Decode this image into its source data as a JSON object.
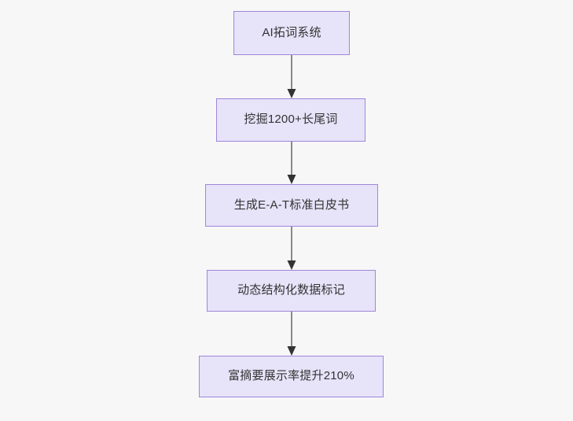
{
  "diagram": {
    "type": "flowchart",
    "direction": "top-to-bottom",
    "background_color": "#f7f7f8",
    "node_fill_color": "#e7e3f9",
    "node_border_color": "#9f86d8",
    "node_text_color": "#333333",
    "edge_line_color": "#8a8a8a",
    "edge_arrow_color": "#333333",
    "nodes": [
      {
        "id": "n1",
        "label": "AI拓词系统"
      },
      {
        "id": "n2",
        "label": "挖掘1200+长尾词"
      },
      {
        "id": "n3",
        "label": "生成E-A-T标准白皮书"
      },
      {
        "id": "n4",
        "label": "动态结构化数据标记"
      },
      {
        "id": "n5",
        "label": "富摘要展示率提升210%"
      }
    ],
    "edges": [
      {
        "from": "n1",
        "to": "n2",
        "label": ""
      },
      {
        "from": "n2",
        "to": "n3",
        "label": ""
      },
      {
        "from": "n3",
        "to": "n4",
        "label": ""
      },
      {
        "from": "n4",
        "to": "n5",
        "label": ""
      }
    ]
  }
}
